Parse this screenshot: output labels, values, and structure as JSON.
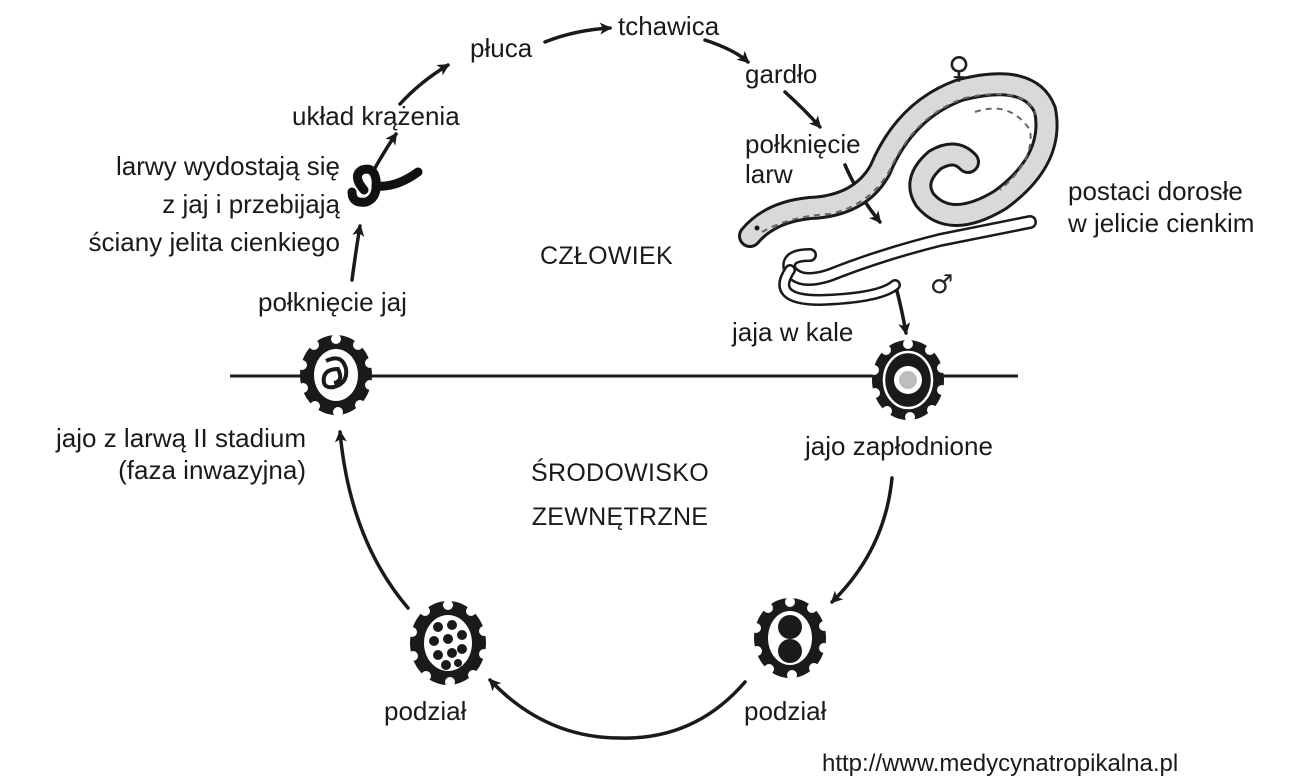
{
  "labels": {
    "pluca": "płuca",
    "tchawica": "tchawica",
    "gardlo": "gardło",
    "uklad": "układ krążenia",
    "larwy_1": "larwy wydostają się",
    "larwy_2": "z jaj i przebijają",
    "larwy_3": "ściany jelita cienkiego",
    "polkniecie_larw_1": "połknięcie",
    "polkniecie_larw_2": "larw",
    "postaci_1": "postaci dorosłe",
    "postaci_2": "w jelicie cienkim",
    "czlowiek": "CZŁOWIEK",
    "polkniecie_jaj": "połknięcie jaj",
    "jaja_w_kale": "jaja w kale",
    "jajo_larwa_1": "jajo z larwą II stadium",
    "jajo_larwa_2": "(faza inwazyjna)",
    "jajo_zaplodnione": "jajo zapłodnione",
    "srodowisko_1": "ŚRODOWISKO",
    "srodowisko_2": "ZEWNĘTRZNE",
    "podzial_left": "podział",
    "podzial_right": "podział",
    "url": "http://www.medycynatropikalna.pl"
  },
  "symbols": {
    "female": "♀",
    "male": "♂"
  },
  "colors": {
    "ink": "#1a1a1a",
    "background": "#ffffff",
    "worm_fill": "#d9d9d9"
  }
}
